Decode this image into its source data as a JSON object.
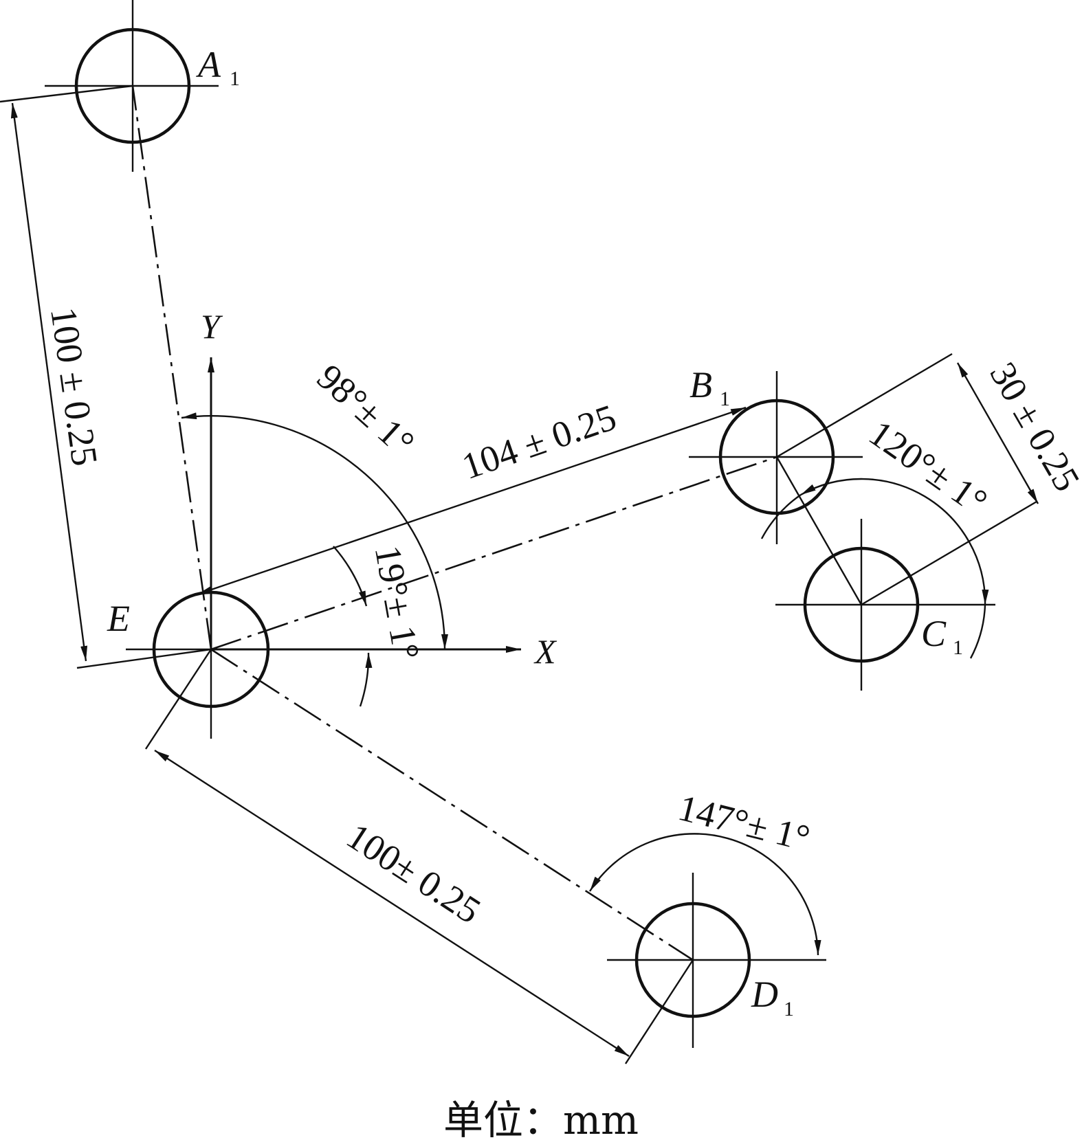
{
  "holes": {
    "A": {
      "letter": "A",
      "sub": "1"
    },
    "B": {
      "letter": "B",
      "sub": "1"
    },
    "C": {
      "letter": "C",
      "sub": "1"
    },
    "D": {
      "letter": "D",
      "sub": "1"
    },
    "E": {
      "letter": "E"
    }
  },
  "axes": {
    "x": "X",
    "y": "Y"
  },
  "dimensions": {
    "ea": "100 ± 0.25",
    "eb": "104 ± 0.25",
    "ed": "100± 0.25",
    "bc": "30 ± 0.25"
  },
  "angles": {
    "a98": "98°± 1°",
    "a19": "19°± 1°",
    "a120": "120°± 1°",
    "a147": "147°± 1°"
  },
  "unit_label": "单位：mm"
}
